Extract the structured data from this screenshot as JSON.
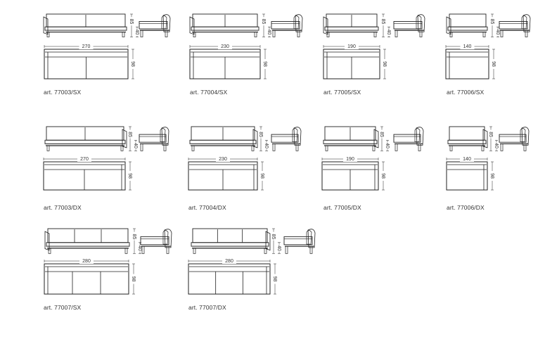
{
  "colors": {
    "line": "#222222",
    "text": "#333333",
    "background": "#ffffff"
  },
  "dims": {
    "height": "85",
    "seat": "40",
    "depth": "98"
  },
  "items": [
    {
      "article": "art. 77003/SX",
      "width": "270",
      "seats": 2,
      "side": "SX"
    },
    {
      "article": "art. 77004/SX",
      "width": "230",
      "seats": 2,
      "side": "SX"
    },
    {
      "article": "art. 77005/SX",
      "width": "190",
      "seats": 2,
      "side": "SX"
    },
    {
      "article": "art. 77006/SX",
      "width": "140",
      "seats": 1,
      "side": "SX"
    },
    {
      "article": "art. 77003/DX",
      "width": "270",
      "seats": 2,
      "side": "DX"
    },
    {
      "article": "art. 77004/DX",
      "width": "230",
      "seats": 2,
      "side": "DX"
    },
    {
      "article": "art. 77005/DX",
      "width": "190",
      "seats": 2,
      "side": "DX"
    },
    {
      "article": "art. 77006/DX",
      "width": "140",
      "seats": 1,
      "side": "DX"
    },
    {
      "article": "art. 77007/SX",
      "width": "280",
      "seats": 3,
      "side": "SX"
    },
    {
      "article": "art. 77007/DX",
      "width": "280",
      "seats": 3,
      "side": "DX"
    }
  ]
}
